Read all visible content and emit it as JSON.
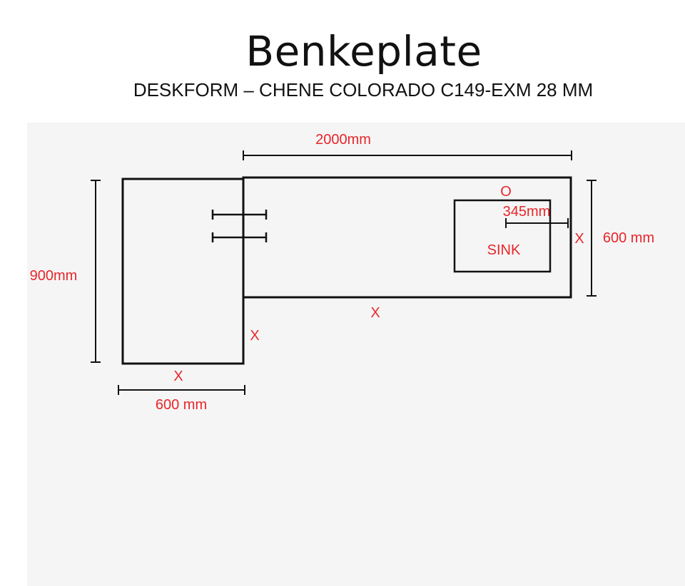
{
  "header": {
    "title": "Benkeplate",
    "subtitle": "DESKFORM –  CHENE COLORADO C149-EXM 28 MM"
  },
  "colors": {
    "annotation": "#e8262a",
    "line": "#111111",
    "background": "#f5f5f5"
  },
  "dimensions": {
    "long_width": "2000mm",
    "left_height": "900mm",
    "left_width": "600 mm",
    "right_depth": "600 mm",
    "sink_offset": "345mm"
  },
  "labels": {
    "sink": "SINK",
    "edge_marker": "X",
    "hole_marker": "O"
  }
}
